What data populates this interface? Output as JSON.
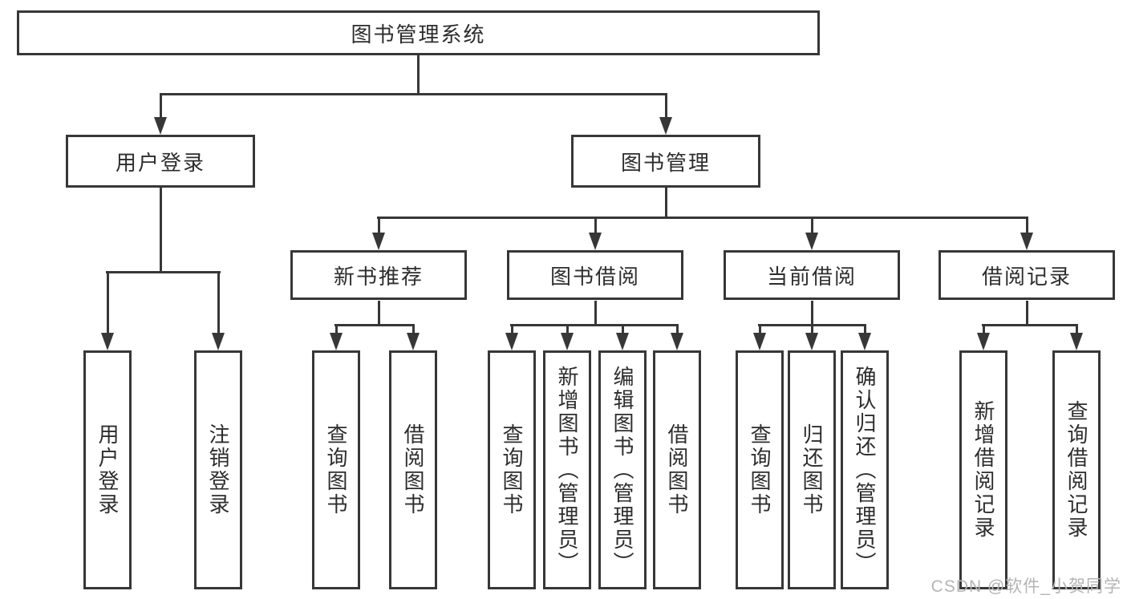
{
  "diagram": {
    "root": {
      "label": "图书管理系统"
    },
    "level2": [
      {
        "label": "用户登录"
      },
      {
        "label": "图书管理"
      }
    ],
    "level3": [
      {
        "label": "新书推荐"
      },
      {
        "label": "图书借阅"
      },
      {
        "label": "当前借阅"
      },
      {
        "label": "借阅记录"
      }
    ],
    "leaves": {
      "user_login": [
        "用户登录",
        "注销登录"
      ],
      "new_book": [
        "查询图书",
        "借阅图书"
      ],
      "book_borrow": [
        "查询图书",
        "新增图书（管理员）",
        "编辑图书（管理员）",
        "借阅图书"
      ],
      "current_borrow": [
        "查询图书",
        "归还图书",
        "确认归还（管理员）"
      ],
      "borrow_record": [
        "新增借阅记录",
        "查询借阅记录"
      ]
    }
  },
  "watermark": {
    "text": "CSDN @软件_小贺同学"
  },
  "colors": {
    "line": "#373737",
    "text": "#2d2d2d",
    "watermark": "#b4b4b4",
    "background": "#ffffff"
  }
}
